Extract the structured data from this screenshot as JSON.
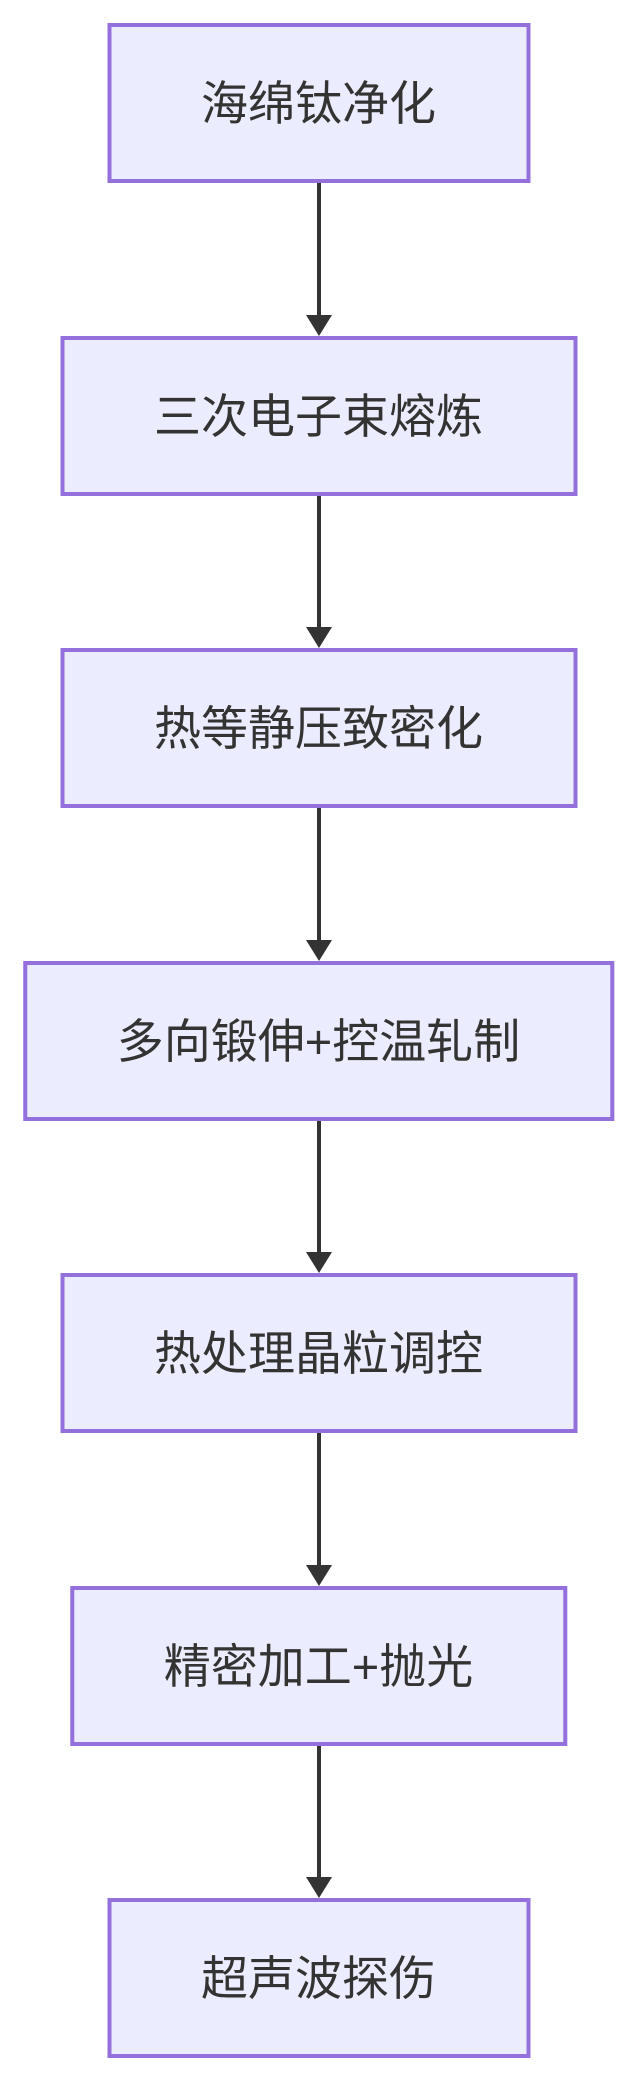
{
  "diagram": {
    "type": "flowchart",
    "direction": "top-down",
    "nodes": [
      {
        "id": "step-1",
        "label": "海绵钛净化"
      },
      {
        "id": "step-2",
        "label": "三次电子束熔炼"
      },
      {
        "id": "step-3",
        "label": "热等静压致密化"
      },
      {
        "id": "step-4",
        "label": "多向锻伸+控温轧制"
      },
      {
        "id": "step-5",
        "label": "热处理晶粒调控"
      },
      {
        "id": "step-6",
        "label": "精密加工+抛光"
      },
      {
        "id": "step-7",
        "label": "超声波探伤"
      }
    ],
    "edges": [
      {
        "from": "step-1",
        "to": "step-2"
      },
      {
        "from": "step-2",
        "to": "step-3"
      },
      {
        "from": "step-3",
        "to": "step-4"
      },
      {
        "from": "step-4",
        "to": "step-5"
      },
      {
        "from": "step-5",
        "to": "step-6"
      },
      {
        "from": "step-6",
        "to": "step-7"
      }
    ],
    "colors": {
      "node_fill": "#ECECFF",
      "node_border": "#9370DB",
      "arrow": "#333333",
      "text": "#333333",
      "background": "#FFFFFF"
    }
  }
}
